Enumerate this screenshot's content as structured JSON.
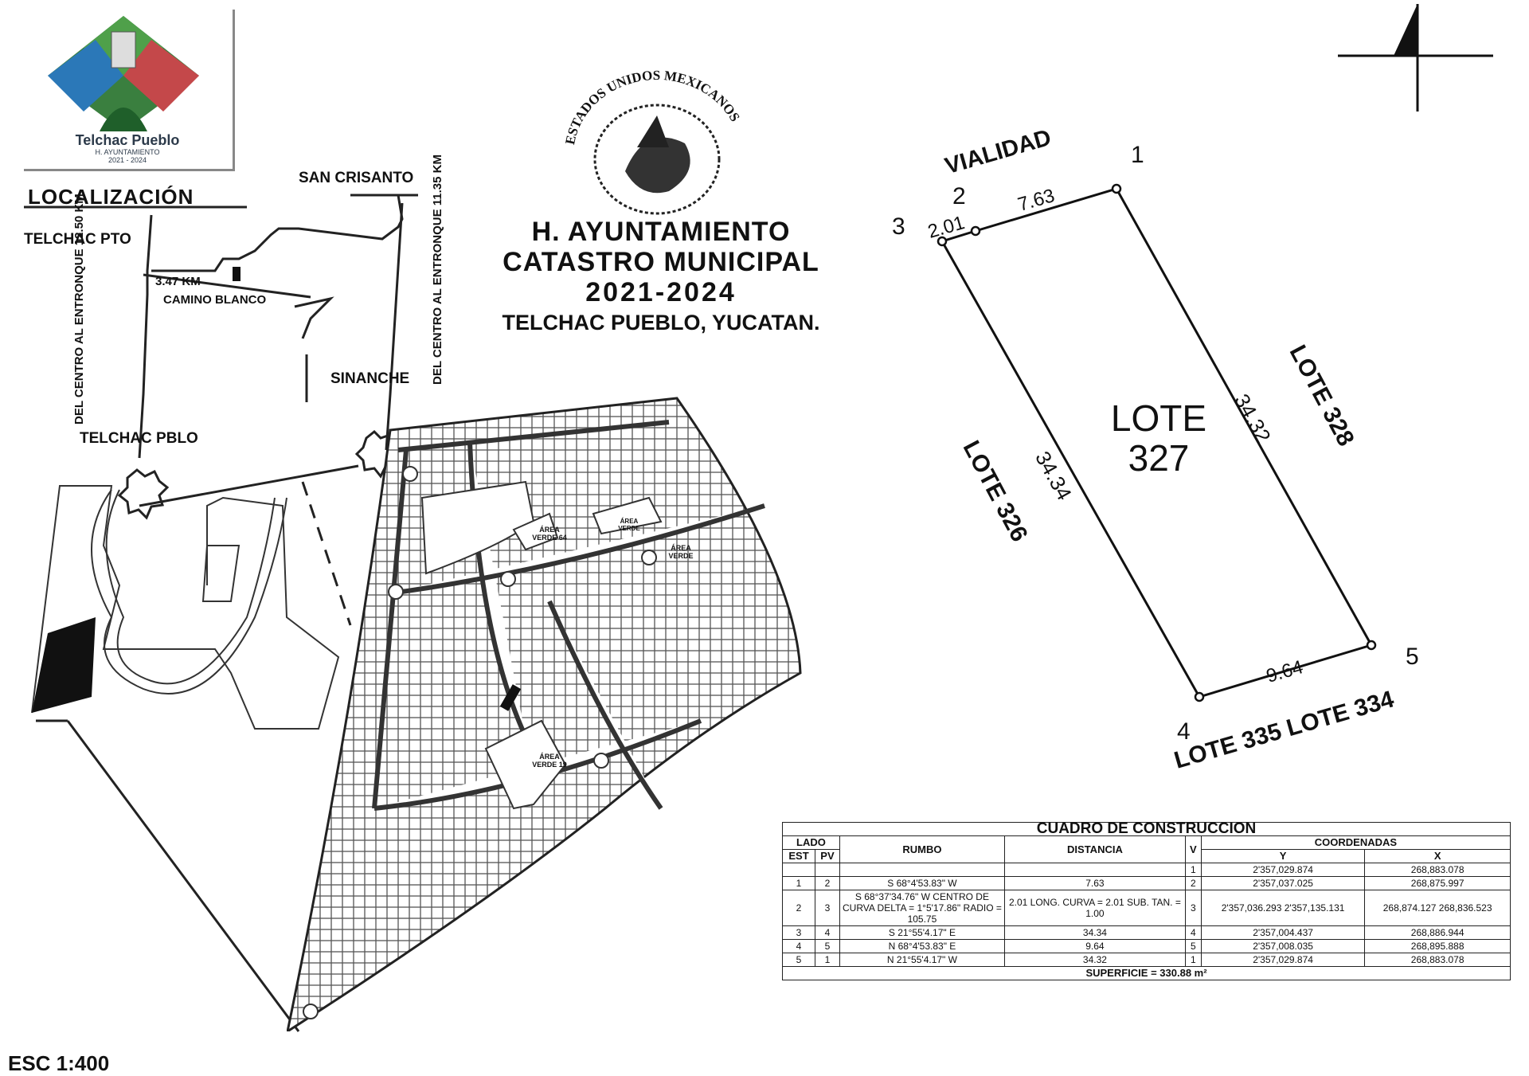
{
  "logo": {
    "name": "Telchac Pueblo",
    "subtitle": "H. AYUNTAMIENTO",
    "years": "2021 - 2024"
  },
  "seal": {
    "text": "ESTADOS UNIDOS MEXICANOS"
  },
  "header": {
    "line1": "H. AYUNTAMIENTO",
    "line2": "CATASTRO MUNICIPAL",
    "line3": "2021-2024",
    "line4": "TELCHAC PUEBLO, YUCATAN."
  },
  "localizacion": {
    "title": "LOCALIZACIÓN",
    "places": {
      "telchac_pto": "TELCHAC PTO",
      "san_crisanto": "SAN CRISANTO",
      "camino_blanco": "CAMINO BLANCO",
      "distance_km": "3.47 KM",
      "sinanche": "SINANCHE",
      "telchac_pblo": "TELCHAC PBLO",
      "left_road": "DEL CENTRO AL ENTRONQUE 12.50 KM",
      "right_road": "DEL CENTRO AL ENTRONQUE 11.35 KM"
    }
  },
  "subdivision": {
    "areas": [
      "ÁREA VERDE 64",
      "ÁREA VERDE",
      "ÁREA VERDE",
      "ÁREA VERDE 19"
    ]
  },
  "lot": {
    "name": "LOTE",
    "number": "327",
    "vialidad": "VIALIDAD",
    "neighbors": {
      "left": "LOTE 326",
      "right": "LOTE 328",
      "bottom": "LOTE 335 LOTE 334"
    },
    "vertices": [
      "1",
      "2",
      "3",
      "4",
      "5"
    ],
    "distances": {
      "d12": "7.63",
      "d23": "2.01",
      "d34": "34.34",
      "d45": "9.64",
      "d51": "34.32"
    }
  },
  "construction_table": {
    "title": "CUADRO DE CONSTRUCCION",
    "headers": {
      "lado": "LADO",
      "est": "EST",
      "pv": "PV",
      "rumbo": "RUMBO",
      "distancia": "DISTANCIA",
      "v": "V",
      "coordenadas": "COORDENADAS",
      "y": "Y",
      "x": "X"
    },
    "rows": [
      {
        "est": "",
        "pv": "",
        "rumbo": "",
        "distancia": "",
        "v": "1",
        "y": "2'357,029.874",
        "x": "268,883.078"
      },
      {
        "est": "1",
        "pv": "2",
        "rumbo": "S 68°4'53.83\" W",
        "distancia": "7.63",
        "v": "2",
        "y": "2'357,037.025",
        "x": "268,875.997"
      },
      {
        "est": "2",
        "pv": "3",
        "rumbo": "S 68°37'34.76\" W  CENTRO DE CURVA  DELTA = 1°5'17.86\"  RADIO = 105.75",
        "distancia": "2.01  LONG. CURVA = 2.01  SUB. TAN. = 1.00",
        "v": "3",
        "y": "2'357,036.293  2'357,135.131",
        "x": "268,874.127  268,836.523"
      },
      {
        "est": "3",
        "pv": "4",
        "rumbo": "S 21°55'4.17\" E",
        "distancia": "34.34",
        "v": "4",
        "y": "2'357,004.437",
        "x": "268,886.944"
      },
      {
        "est": "4",
        "pv": "5",
        "rumbo": "N 68°4'53.83\" E",
        "distancia": "9.64",
        "v": "5",
        "y": "2'357,008.035",
        "x": "268,895.888"
      },
      {
        "est": "5",
        "pv": "1",
        "rumbo": "N 21°55'4.17\" W",
        "distancia": "34.32",
        "v": "1",
        "y": "2'357,029.874",
        "x": "268,883.078"
      }
    ],
    "superficie": "SUPERFICIE = 330.88 m²"
  },
  "scale": "ESC 1:400"
}
